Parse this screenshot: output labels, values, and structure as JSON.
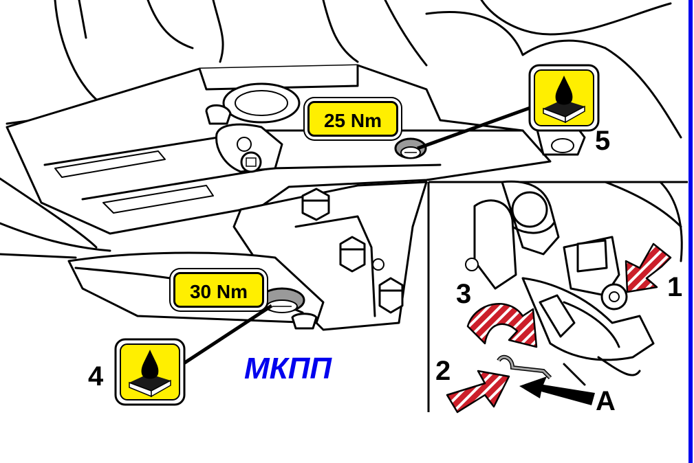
{
  "torque_labels": {
    "upper": "25 Nm",
    "lower": "30 Nm"
  },
  "callouts": {
    "n1": "1",
    "n2": "2",
    "n3": "3",
    "n4": "4",
    "n5": "5",
    "a": "A"
  },
  "title": "МКПП",
  "colors": {
    "torque_badge": "#ffef00",
    "sealant_icon": "#ffef00",
    "arrow_red": "#cc1f2a",
    "title_blue": "#0000ee",
    "frame_blue": "#0000ee"
  },
  "icons": {
    "sealant_upper": "oil-drop-sealant-icon",
    "sealant_lower": "oil-drop-sealant-icon"
  }
}
